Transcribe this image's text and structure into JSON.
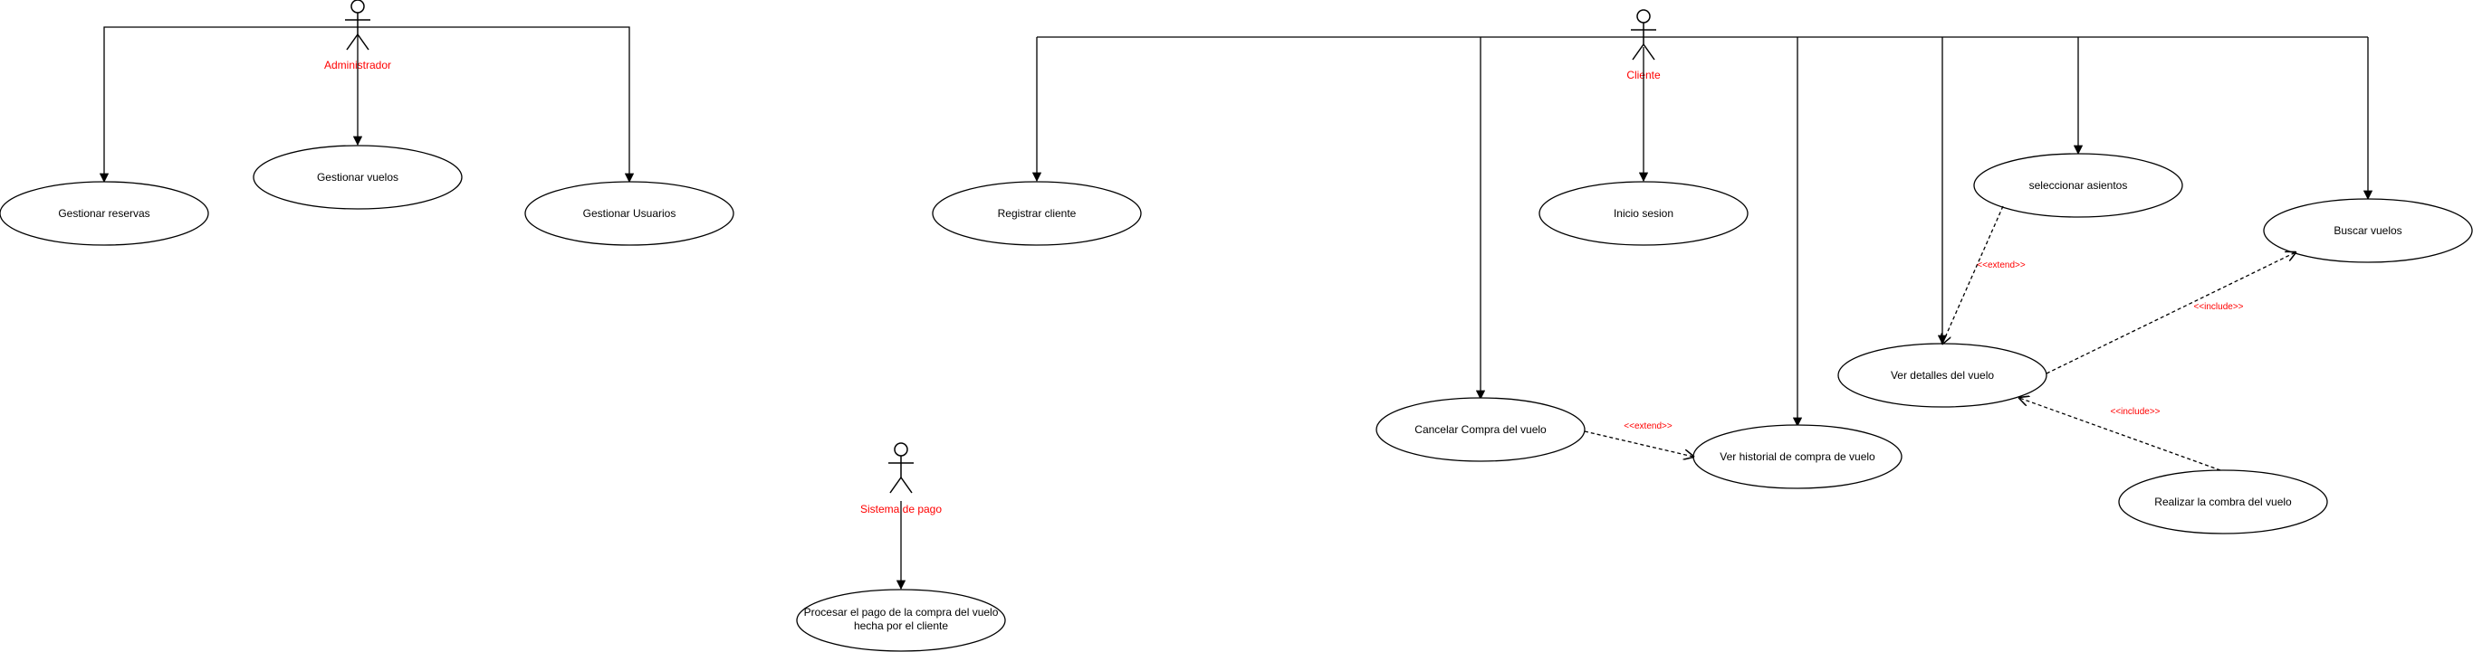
{
  "colors": {
    "line": "#000000",
    "actor_label": "#ff0000",
    "stereotype": "#ff0000",
    "background": "#ffffff"
  },
  "actors": {
    "administrador": "Administrador",
    "cliente": "Cliente",
    "sistema_pago": "Sistema de pago"
  },
  "use_cases": {
    "gestionar_reservas": "Gestionar reservas",
    "gestionar_vuelos": "Gestionar vuelos",
    "gestionar_usuarios": "Gestionar Usuarios",
    "registrar_cliente": "Registrar cliente",
    "inicio_sesion": "Inicio sesion",
    "seleccionar_asientos": "seleccionar asientos",
    "buscar_vuelos": "Buscar vuelos",
    "ver_detalles": "Ver detalles del vuelo",
    "cancelar_compra": "Cancelar Compra del vuelo",
    "ver_historial": "Ver historial de compra de vuelo",
    "realizar_compra": "Realizar la combra del vuelo",
    "procesar_pago_line1": "Procesar el pago de la compra del vuelo",
    "procesar_pago_line2": "hecha por el cliente"
  },
  "stereotypes": {
    "extend_asientos": "<<extend>>",
    "include_buscar": "<<include>>",
    "include_realizar": "<<include>>",
    "extend_cancelar": "<<extend>>"
  }
}
